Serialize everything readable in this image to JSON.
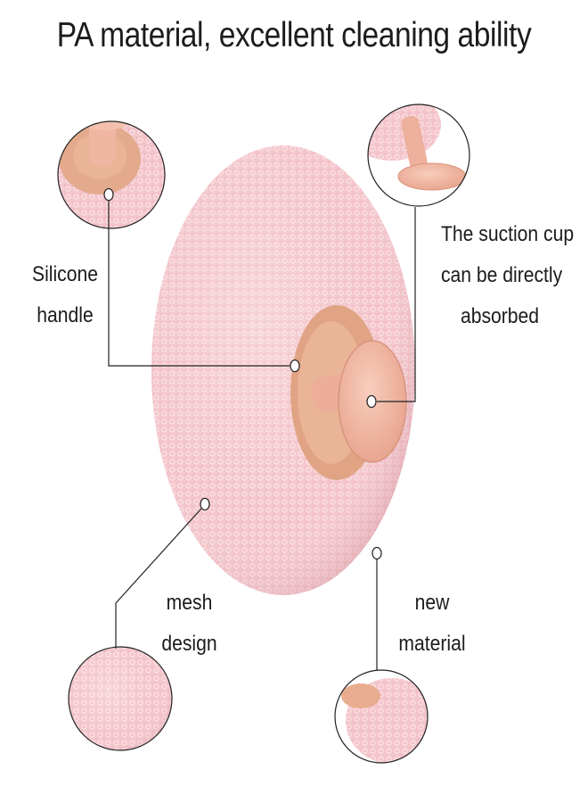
{
  "title": "PA material, excellent cleaning ability",
  "callouts": {
    "silicone_handle": [
      "Silicone",
      "handle"
    ],
    "suction_cup": [
      "The suction cup",
      "can be directly",
      "absorbed"
    ],
    "mesh_design": [
      "mesh",
      "design"
    ],
    "new_material": [
      "new",
      "material"
    ]
  },
  "colors": {
    "sponge_pink": "#f4c5cb",
    "sponge_shadow": "#e9aab3",
    "handle_peach": "#f0b7a2",
    "handle_dark": "#d89a7c",
    "line": "#222222"
  }
}
